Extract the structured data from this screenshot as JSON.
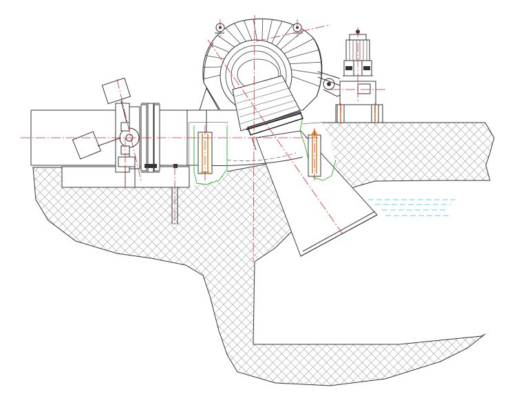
{
  "diagram": {
    "colors": {
      "outline": "#333333",
      "centerline": "#d42a2a",
      "hatch": "#9a9a9a",
      "water": "#27c7d6",
      "grout": "#33bb33",
      "anchor_bolt": "#e08a1e"
    },
    "components": [
      "inlet-pipe",
      "butterfly-valve",
      "expansion-joint",
      "spiral-casing",
      "runner-bulb",
      "draft-tube",
      "generator-motor",
      "foundation-bolts",
      "concrete-foundation",
      "tailwater-level"
    ]
  }
}
